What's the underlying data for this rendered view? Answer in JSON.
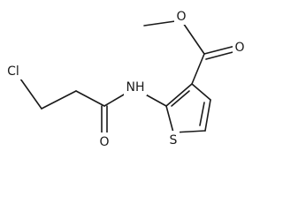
{
  "structure": {
    "atoms": {
      "chlorine": "Cl",
      "amide_nitrogen": "NH",
      "amide_oxygen": "O",
      "ester_carbonyl_oxygen": "O",
      "ester_ether_oxygen": "O",
      "thiophene_sulfur": "S"
    }
  },
  "colors": {
    "bond": "#1a1a1a",
    "label": "#1a1a1a",
    "background": "#ffffff"
  }
}
